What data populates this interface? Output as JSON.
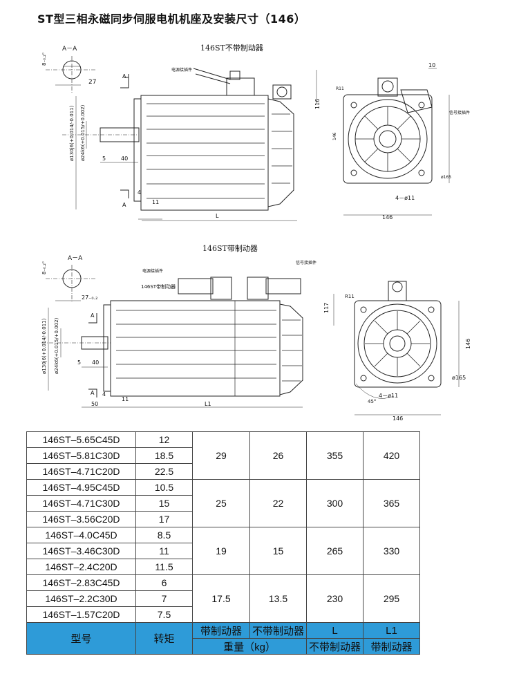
{
  "title": "ST型三相永磁同步伺服电机机座及安装尺寸（146）",
  "drawing_top": {
    "heading": "146ST不带制动器",
    "section_label": "A－A",
    "key_dim": "8₋₀.₂⁰",
    "shaft_key_depth": "27",
    "label_A1": "A",
    "label_A2": "A",
    "power_connector": "电源接插件",
    "signal_connector": "信号接插件",
    "dim_116": "116",
    "dim_10": "10",
    "dim_R11": "R11",
    "dim_146_side": "146",
    "dim_phi165": "ø165",
    "dim_4phi11": "4－ø11",
    "dim_146_bottom": "146",
    "dim_shaft_dia": "ø130j6(+0.014/-0.011)",
    "dim_shaft_dia2": "ø24k6(+0.015/+0.002)",
    "dim_5": "5",
    "dim_40": "40",
    "dim_4": "4",
    "dim_11": "11",
    "dim_L": "L"
  },
  "drawing_bottom": {
    "heading": "146ST带制动器",
    "section_label": "A－A",
    "key_dim": "8₋₀.₂⁰",
    "shaft_key_depth": "27₋₀.₂",
    "label_A1": "A",
    "label_A2": "A",
    "power_connector": "电源接插件",
    "brake_connector": "146ST带制动器",
    "signal_connector": "信号接插件",
    "dim_117": "117",
    "dim_R11": "R11",
    "dim_146_side": "146",
    "dim_phi165": "ø165",
    "dim_4phi11": "4－ø11",
    "dim_45": "45°",
    "dim_146_bottom": "146",
    "dim_shaft_dia": "ø130j6(+0.014/-0.011)",
    "dim_shaft_dia2": "ø24k6(+0.015/+0.002)",
    "dim_5": "5",
    "dim_40": "40",
    "dim_4": "4",
    "dim_11": "11",
    "dim_50": "50",
    "dim_L1": "L1"
  },
  "table": {
    "groups": [
      {
        "rows": [
          {
            "model": "146ST–5.65C45D",
            "torque": "12"
          },
          {
            "model": "146ST–5.81C30D",
            "torque": "18.5"
          },
          {
            "model": "146ST–4.71C20D",
            "torque": "22.5"
          }
        ],
        "w_brake": "29",
        "w_nobrake": "26",
        "L": "355",
        "L1": "420"
      },
      {
        "rows": [
          {
            "model": "146ST–4.95C45D",
            "torque": "10.5"
          },
          {
            "model": "146ST–4.71C30D",
            "torque": "15"
          },
          {
            "model": "146ST–3.56C20D",
            "torque": "17"
          }
        ],
        "w_brake": "25",
        "w_nobrake": "22",
        "L": "300",
        "L1": "365"
      },
      {
        "rows": [
          {
            "model": "146ST–4.0C45D",
            "torque": "8.5"
          },
          {
            "model": "146ST–3.46C30D",
            "torque": "11"
          },
          {
            "model": "146ST–2.4C20D",
            "torque": "11.5"
          }
        ],
        "w_brake": "19",
        "w_nobrake": "15",
        "L": "265",
        "L1": "330"
      },
      {
        "rows": [
          {
            "model": "146ST–2.83C45D",
            "torque": "6"
          },
          {
            "model": "146ST–2.2C30D",
            "torque": "7"
          },
          {
            "model": "146ST–1.57C20D",
            "torque": "7.5"
          }
        ],
        "w_brake": "17.5",
        "w_nobrake": "13.5",
        "L": "230",
        "L1": "295"
      }
    ],
    "header": {
      "model": "型号",
      "torque": "转矩",
      "brake": "带制动器",
      "nobrake": "不带制动器",
      "L": "L",
      "L1": "L1",
      "weight": "重量（kg）",
      "L_sub": "不带制动器",
      "L1_sub": "带制动器"
    }
  },
  "colors": {
    "header_bg": "#2e9bd8",
    "line": "#222222"
  }
}
